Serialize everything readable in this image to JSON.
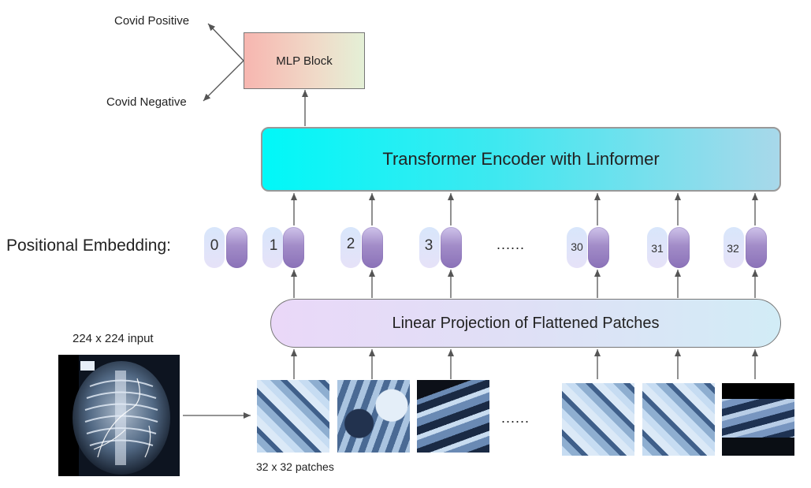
{
  "mlp_block": {
    "label": "MLP Block"
  },
  "outputs": {
    "positive": "Covid Positive",
    "negative": "Covid Negative"
  },
  "encoder": {
    "label": "Transformer Encoder with Linformer"
  },
  "positional_embedding": {
    "label": "Positional Embedding:",
    "tokens": [
      "0",
      "1",
      "2",
      "3",
      "30",
      "31",
      "32"
    ],
    "ellipsis": "......"
  },
  "projection": {
    "label": "Linear Projection of Flattened Patches"
  },
  "input": {
    "label": "224 x 224 input"
  },
  "patches": {
    "label": "32 x 32 patches",
    "ellipsis": "......"
  },
  "colors": {
    "encoder_start": "#00f8f8",
    "encoder_end": "#a8d8ea",
    "mlp_start": "#f7b6b0",
    "mlp_end": "#e4f0d6",
    "embedding_dark": "#8b72b8",
    "embedding_light": "#d8e6fb",
    "arrow": "#555555"
  }
}
